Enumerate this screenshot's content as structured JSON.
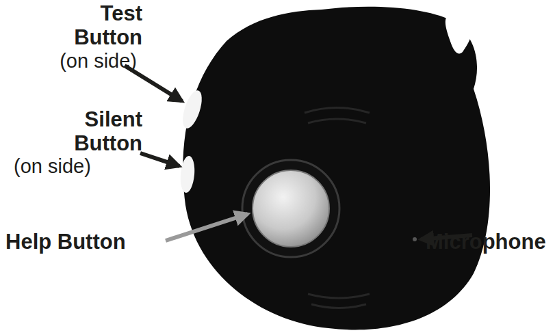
{
  "diagram": {
    "labels": [
      "Test Button",
      "(on side)",
      "Silent Button",
      "(on side)",
      "Help Button",
      "Microphone"
    ]
  }
}
